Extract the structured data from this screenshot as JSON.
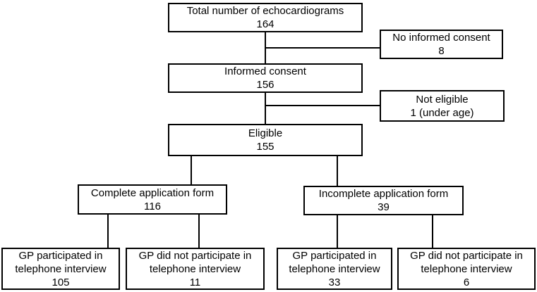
{
  "diagram": {
    "type": "flowchart",
    "colors": {
      "background": "#ffffff",
      "box_border": "#000000",
      "text": "#000000"
    },
    "nodes": {
      "total": {
        "label": "Total number of echocardiograms",
        "value": "164"
      },
      "no_consent": {
        "label": "No informed consent",
        "value": "8"
      },
      "informed_consent": {
        "label": "Informed consent",
        "value": "156"
      },
      "not_eligible": {
        "label": "Not eligible",
        "value": "1 (under age)"
      },
      "eligible": {
        "label": "Eligible",
        "value": "155"
      },
      "complete_form": {
        "label": "Complete application form",
        "value": "116"
      },
      "incomplete_form": {
        "label": "Incomplete application form",
        "value": "39"
      },
      "gp_participated_complete": {
        "label_line1": "GP participated in",
        "label_line2": "telephone interview",
        "value": "105"
      },
      "gp_not_participated_complete": {
        "label_line1": "GP did not participate in",
        "label_line2": "telephone interview",
        "value": "11"
      },
      "gp_participated_incomplete": {
        "label_line1": "GP participated in",
        "label_line2": "telephone interview",
        "value": "33"
      },
      "gp_not_participated_incomplete": {
        "label_line1": "GP did not participate in",
        "label_line2": "telephone interview",
        "value": "6"
      }
    }
  }
}
